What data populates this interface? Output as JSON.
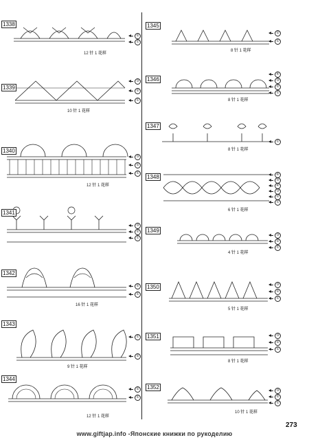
{
  "left_column": [
    {
      "number": "1338",
      "repeat": "12 针 1 花样",
      "rows": [
        "②",
        "①"
      ]
    },
    {
      "number": "1339",
      "repeat": "10 针 1 花样",
      "rows": [
        "③",
        "②",
        "①"
      ]
    },
    {
      "number": "1340",
      "repeat": "12 针 1 花样",
      "rows": [
        "③",
        "②",
        "①"
      ]
    },
    {
      "number": "1341",
      "repeat": "",
      "rows": [
        "③",
        "②",
        "①"
      ]
    },
    {
      "number": "1342",
      "repeat": "16 针 1 花样",
      "rows": [
        "②",
        "①"
      ]
    },
    {
      "number": "1343",
      "repeat": "9 针 1 花样",
      "rows": [
        "①",
        "②"
      ]
    },
    {
      "number": "1344",
      "repeat": "12 针 1 花样",
      "rows": [
        "②",
        "①"
      ]
    }
  ],
  "right_column": [
    {
      "number": "1345",
      "repeat": "8 针 1 花样",
      "rows": [
        "②",
        "①"
      ]
    },
    {
      "number": "1346",
      "repeat": "8 针 1 花样",
      "rows": [
        "④",
        "③",
        "②",
        "①"
      ]
    },
    {
      "number": "1347",
      "repeat": "8 针 1 花样",
      "rows": [
        "①"
      ]
    },
    {
      "number": "1348",
      "repeat": "6 针 1 花样",
      "rows": [
        "⑥",
        "⑤",
        "④",
        "③",
        "②",
        "①"
      ]
    },
    {
      "number": "1349",
      "repeat": "4 针 1 花样",
      "rows": [
        "③",
        "②",
        "①"
      ]
    },
    {
      "number": "1350",
      "repeat": "5 针 1 花样",
      "rows": [
        "③",
        "②",
        "①"
      ]
    },
    {
      "number": "1351",
      "repeat": "8 针 1 花样",
      "rows": [
        "③",
        "②",
        "①"
      ]
    },
    {
      "number": "1352",
      "repeat": "10 针 1 花样",
      "rows": [
        "③",
        "②",
        "①"
      ]
    }
  ],
  "page_number": "273",
  "footer": "www.giftjap.info -Японские книжки по рукоделию",
  "colors": {
    "ink": "#111111",
    "paper": "#ffffff"
  }
}
